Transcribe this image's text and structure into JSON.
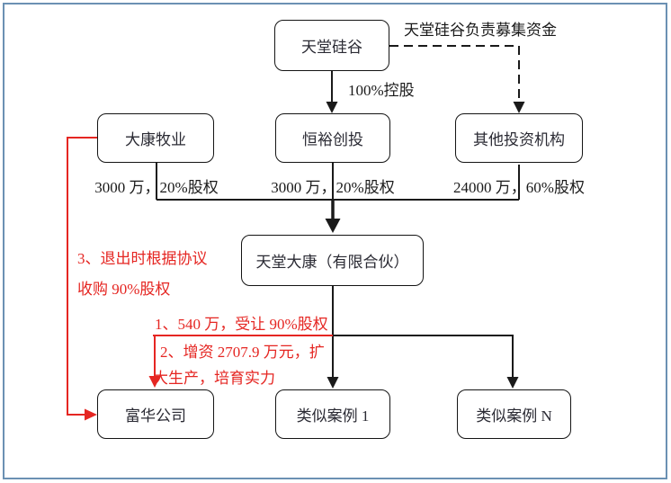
{
  "diagram": {
    "title_hint": "investment-structure-flowchart",
    "colors": {
      "red": "#e52622",
      "black": "#1a1a1a",
      "frame": "#6b91b3"
    },
    "nodes": {
      "tiantang_guigu": {
        "label": "天堂硅谷"
      },
      "dakang_muye": {
        "label": "大康牧业"
      },
      "hengyu_chuangtou": {
        "label": "恒裕创投"
      },
      "qita_touzi": {
        "label": "其他投资机构"
      },
      "tiantang_dakang": {
        "label": "天堂大康（有限合伙）"
      },
      "fuhua_gongsi": {
        "label": "富华公司"
      },
      "anli_1": {
        "label": "类似案例 1"
      },
      "anli_n": {
        "label": "类似案例 N"
      }
    },
    "edge_labels": {
      "fundraising": "天堂硅谷负责募集资金",
      "holding": "100%控股",
      "dakang_stake": "3000 万，20%股权",
      "hengyu_stake": "3000 万，20%股权",
      "qita_stake": "24000 万，60%股权"
    },
    "red_notes": {
      "note1": "1、540 万，受让 90%股权",
      "note2_line1": "2、增资 2707.9 万元，扩",
      "note2_line2": "大生产，培育实力",
      "note3_line1": "3、退出时根据协议",
      "note3_line2": "收购 90%股权"
    }
  }
}
